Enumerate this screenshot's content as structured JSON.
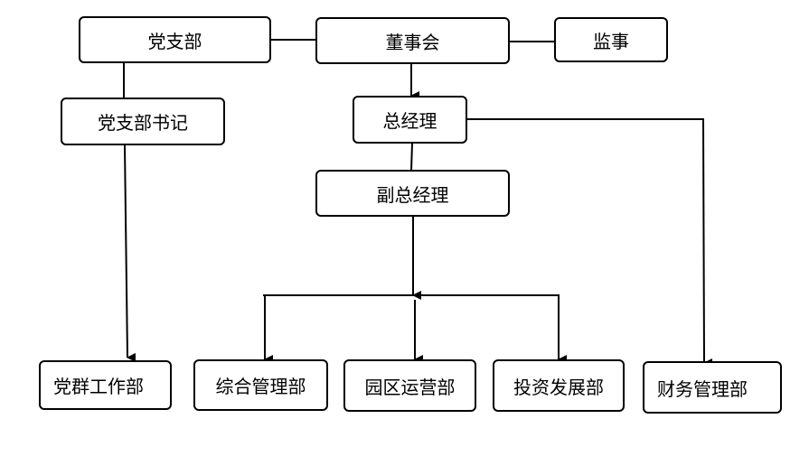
{
  "colors": {
    "stroke": "#000000",
    "fill": "#ffffff",
    "text": "#000000"
  },
  "nodes": {
    "party_branch": "党支部",
    "board": "董事会",
    "supervisor": "监事",
    "party_secretary": "党支部书记",
    "general_manager": "总经理",
    "deputy_general_manager": "副总经理",
    "party_mass_dept": "党群工作部",
    "general_admin_dept": "综合管理部",
    "park_operation_dept": "园区运营部",
    "investment_dev_dept": "投资发展部",
    "finance_dept": "财务管理部"
  }
}
